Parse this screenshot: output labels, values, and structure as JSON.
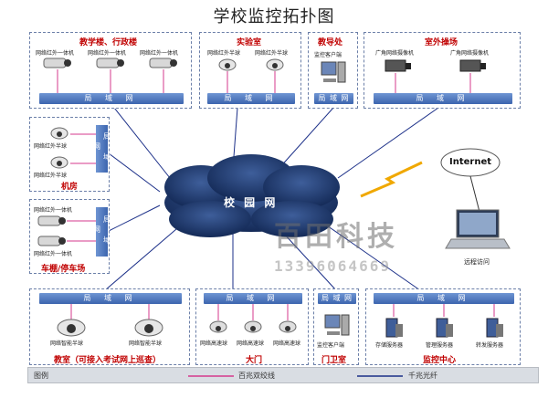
{
  "title": "学校监控拓扑图",
  "cloud": {
    "label": "校 园 网"
  },
  "internet": {
    "label": "Internet",
    "caption": "远程访问"
  },
  "lan_label": "局 域 网",
  "watermark": {
    "company": "百田科技",
    "phone": "13396064669"
  },
  "sections": {
    "teaching": {
      "title": "教学楼、行政楼",
      "devices": [
        "网络红外一体机",
        "网络红外一体机",
        "网络红外一体机"
      ]
    },
    "lab": {
      "title": "实验室",
      "devices": [
        "网络红外半球",
        "网络红外半球"
      ]
    },
    "office": {
      "title": "教导处",
      "devices": [
        "监控客户端"
      ]
    },
    "playground": {
      "title": "室外操场",
      "devices": [
        "广角网络摄像机",
        "广角网络摄像机"
      ]
    },
    "machine_room": {
      "title": "机房",
      "devices": [
        "网络红外半球",
        "网络红外半球"
      ]
    },
    "parking": {
      "title": "车棚/停车场",
      "devices": [
        "网络红外一体机",
        "网络红外一体机"
      ]
    },
    "classroom": {
      "title": "教室（可接入考试网上巡查）",
      "devices": [
        "网络智能半球",
        "网络智能半球"
      ]
    },
    "gate": {
      "title": "大门",
      "devices": [
        "网络高速球",
        "网络高速球",
        "网络高速球"
      ]
    },
    "guard": {
      "title": "门卫室",
      "devices": [
        "监控客户端"
      ]
    },
    "control": {
      "title": "监控中心",
      "devices": [
        "存储服务器",
        "管理服务器",
        "转发服务器"
      ]
    }
  },
  "legend": {
    "title": "图例",
    "copper": "百兆双绞线",
    "fiber": "千兆光纤"
  },
  "colors": {
    "lan": "#3c65ae",
    "section_title": "#c00000",
    "fiber": "#1b2f88",
    "copper": "#d63a8c",
    "cloud": "#1e3566"
  }
}
